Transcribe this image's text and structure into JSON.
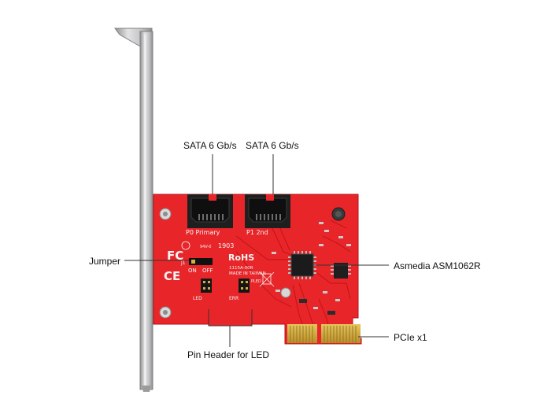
{
  "callouts": {
    "sata_left": "SATA 6 Gb/s",
    "sata_right": "SATA 6 Gb/s",
    "jumper": "Jumper",
    "controller": "Asmedia ASM1062R",
    "pcie": "PCIe x1",
    "pin_header": "Pin Header for LED"
  },
  "silkscreen": {
    "primary_port": "P0  Primary",
    "second_port": "P1    2nd",
    "jumper_ref": "J1",
    "on_label": "ON",
    "off_label": "OFF",
    "rohs": "RoHS",
    "model": "1115A-00R",
    "made_in": "MADE IN TAIWAN",
    "date_code": "1903",
    "rating": "94V-0",
    "led_label": "LED",
    "err_label": "ERR",
    "pled_label": "PLED",
    "fc_mark": "FC",
    "ce_mark": "CE"
  },
  "colors": {
    "pcb": "#e8262a",
    "pcb_dark": "#c41418",
    "bracket": "#b9babb",
    "gold": "#d8b347",
    "connector": "#1f1f1f",
    "leader": "#333333"
  }
}
